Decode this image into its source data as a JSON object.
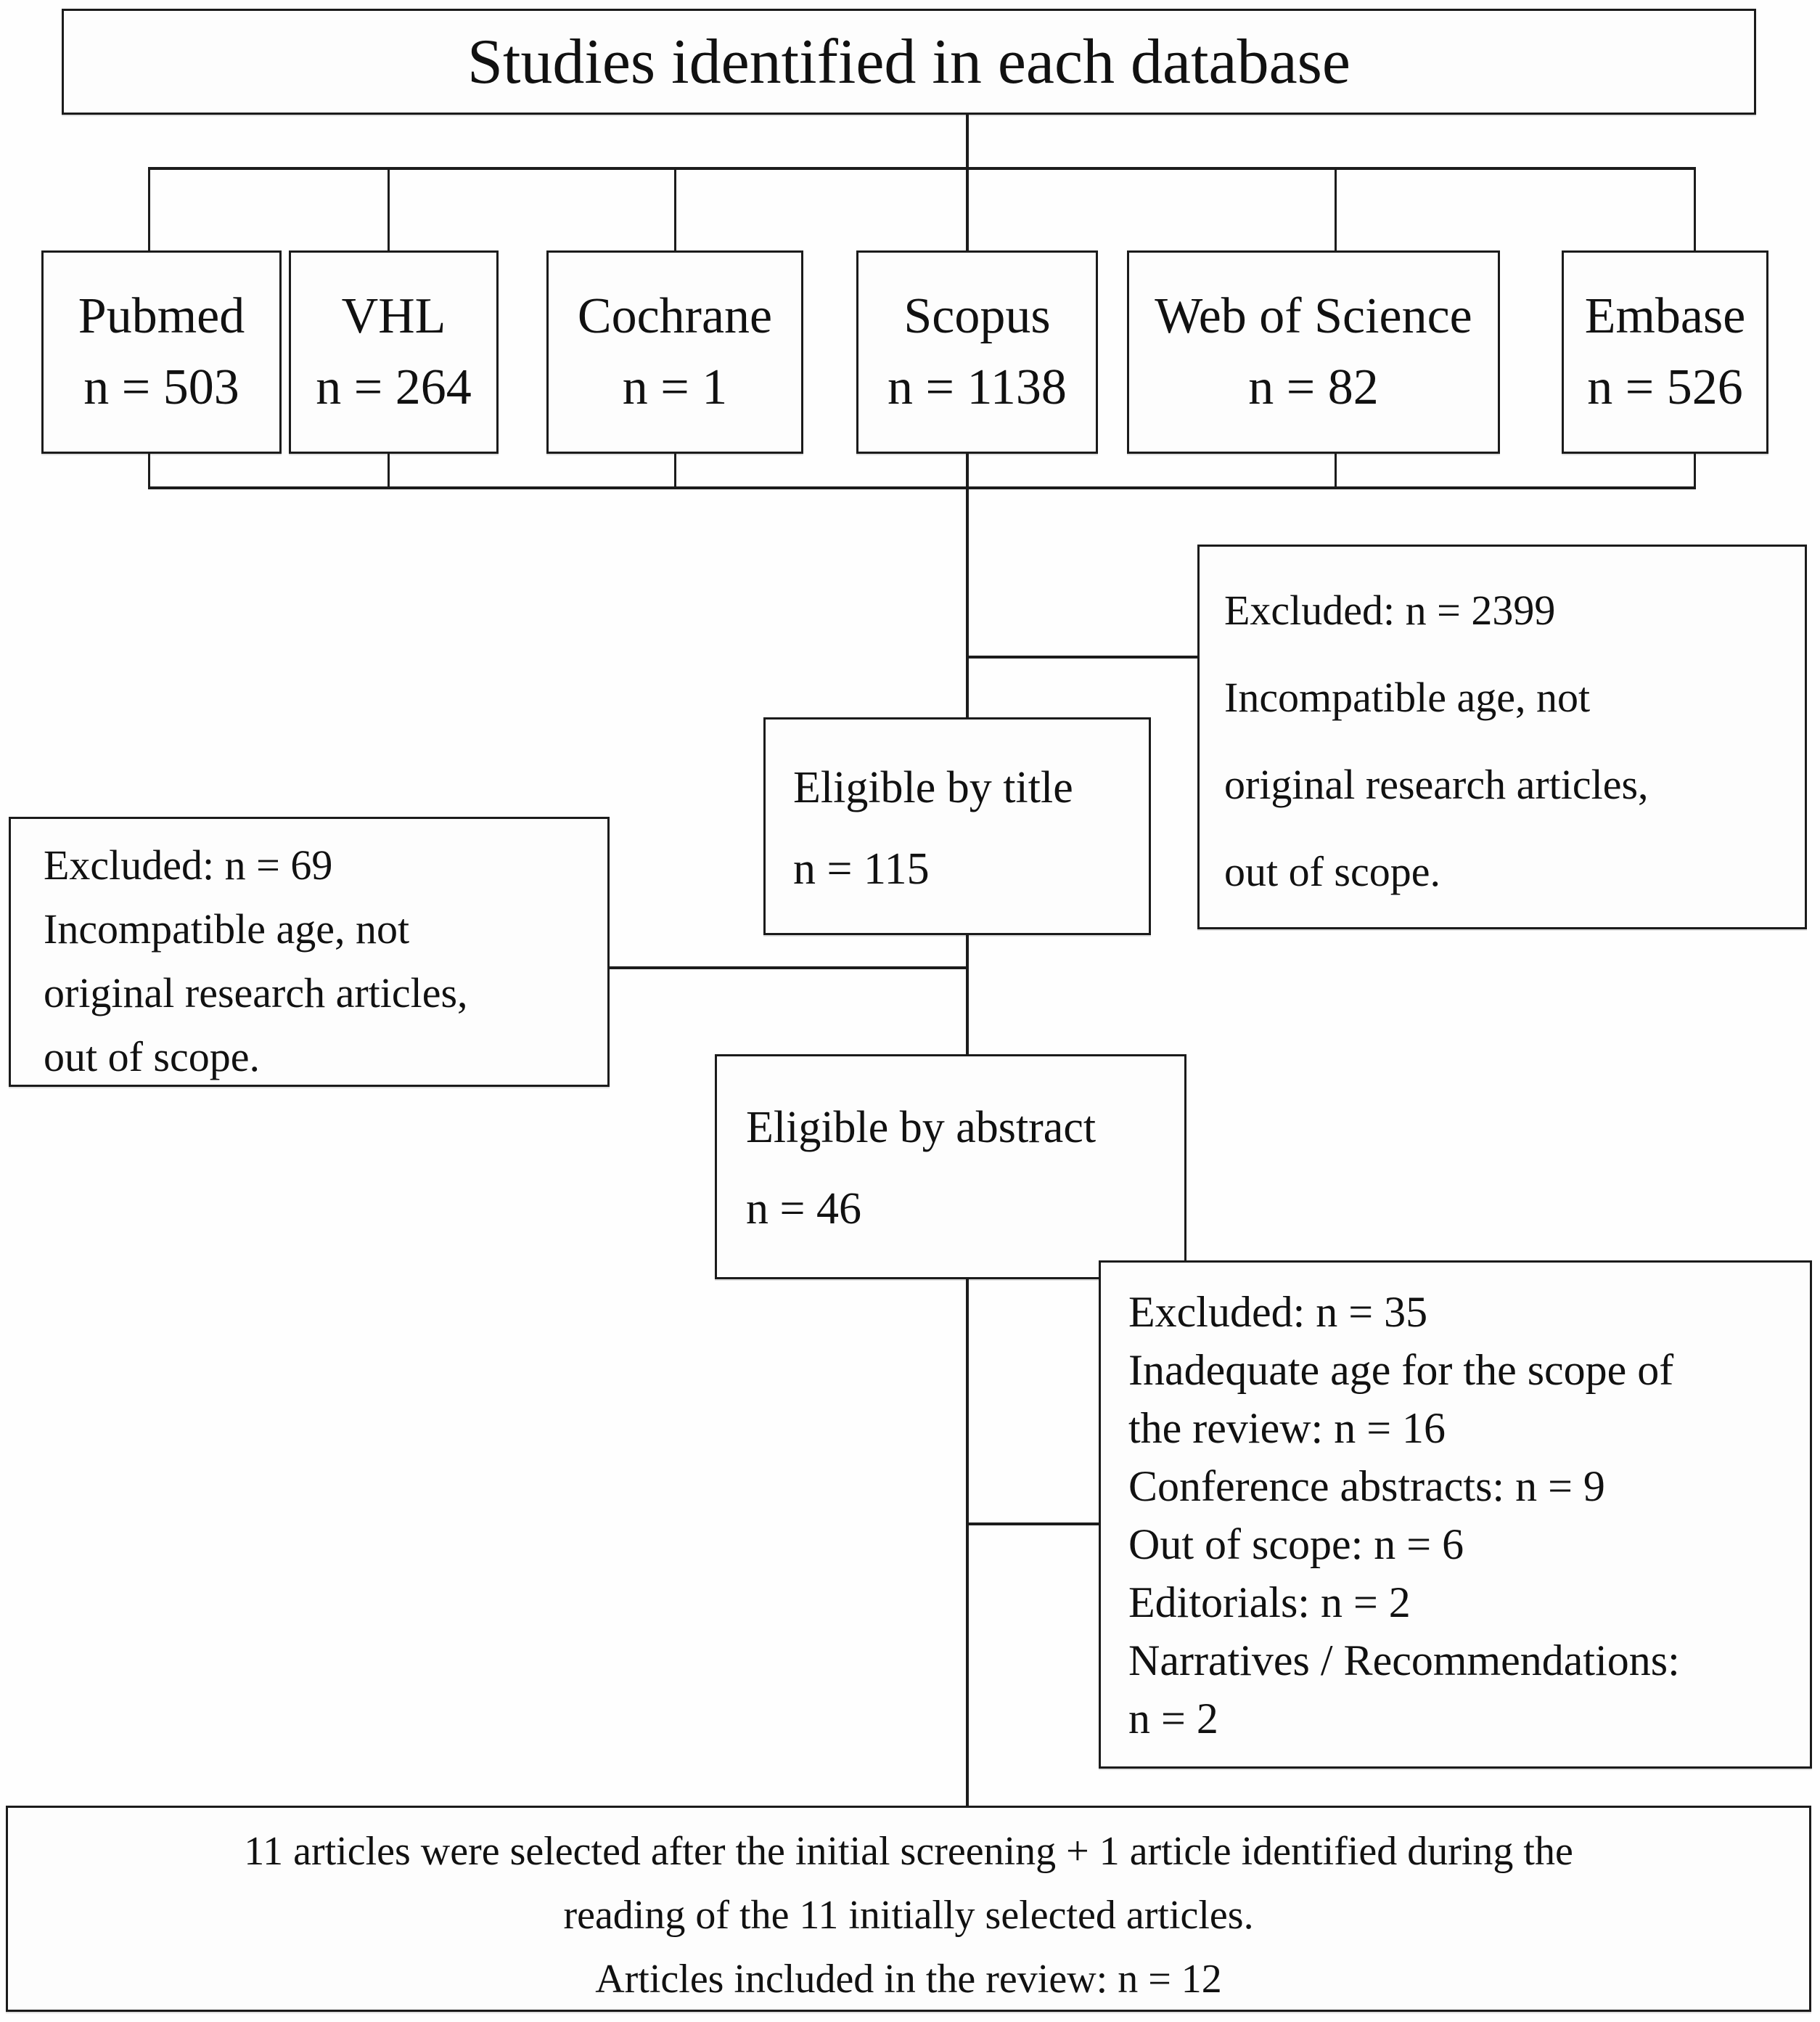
{
  "title": "Studies identified in each database",
  "databases": [
    {
      "name": "Pubmed",
      "count": "n = 503"
    },
    {
      "name": "VHL",
      "count": "n = 264"
    },
    {
      "name": "Cochrane",
      "count": "n = 1"
    },
    {
      "name": "Scopus",
      "count": "n = 1138"
    },
    {
      "name": "Web of Science",
      "count": "n = 82"
    },
    {
      "name": "Embase",
      "count": "n = 526"
    }
  ],
  "excluded_by_title": {
    "lines": [
      "Excluded: n = 2399",
      "Incompatible age, not",
      "original research articles,",
      "out of scope."
    ]
  },
  "eligible_by_title": {
    "lines": [
      "Eligible by title",
      "n = 115"
    ]
  },
  "excluded_by_abstract": {
    "lines": [
      "Excluded: n = 69",
      "Incompatible age, not",
      "original research articles,",
      "out of scope."
    ]
  },
  "eligible_by_abstract": {
    "lines": [
      "Eligible by abstract",
      "n = 46"
    ]
  },
  "excluded_full_text": {
    "lines": [
      "Excluded: n = 35",
      "Inadequate age for the scope of",
      "the review: n = 16",
      "Conference abstracts: n = 9",
      "Out of scope: n = 6",
      "Editorials: n = 2",
      "Narratives / Recommendations:",
      "n = 2"
    ]
  },
  "included": {
    "lines": [
      "11 articles were selected after the initial screening + 1 article identified during the",
      "reading of the 11 initially selected articles.",
      "Articles included in the review: n = 12"
    ]
  },
  "colors": {
    "line": "#1c1c1c",
    "border": "#1b1b1b",
    "background": "#fefefe",
    "text": "#111111"
  }
}
